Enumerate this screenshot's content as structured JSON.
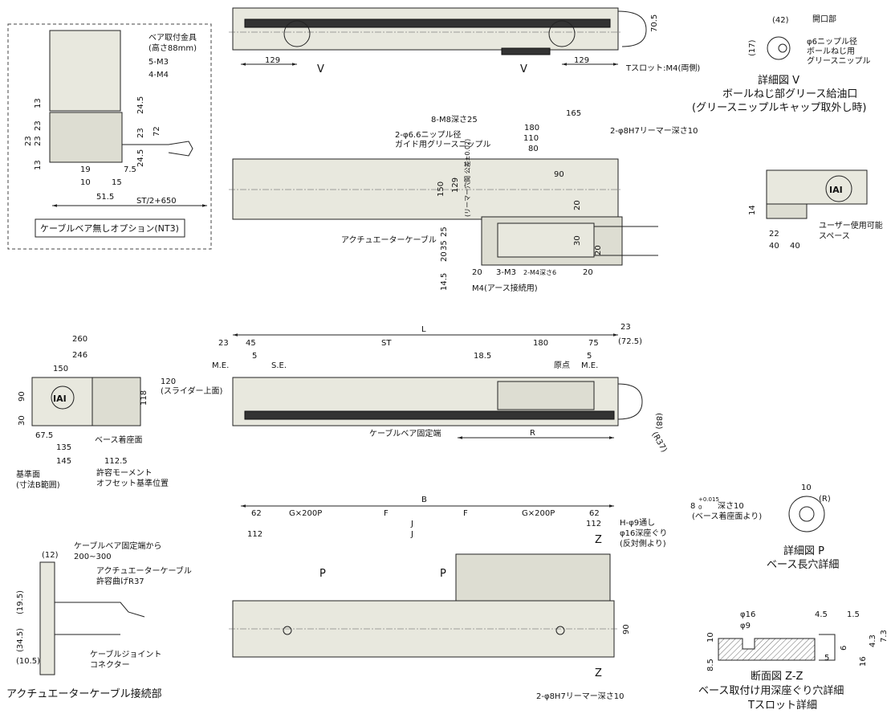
{
  "top_view": {
    "dim_129_left": "129",
    "dim_129_right": "129",
    "view_v_left": "V",
    "view_v_right": "V",
    "dim_70_5": "70.5",
    "tslot_note": "Tスロット:M4(両側)"
  },
  "detail_v": {
    "dim_42": "(42)",
    "dim_17": "(17)",
    "opening": "開口部",
    "nipple_line1": "φ6ニップル径",
    "nipple_line2": "ボールねじ用",
    "nipple_line3": "グリースニップル",
    "title1": "詳細図 V",
    "title2": "ボールねじ部グリース給油口",
    "title3": "(グリースニップルキャップ取外し時)"
  },
  "nt3_option": {
    "bracket_line1": "ベア取付金具",
    "bracket_line2": "(高さ88mm)",
    "m3": "5-M3",
    "m4": "4-M4",
    "d13a": "13",
    "d23a": "23",
    "d23b": "23",
    "d23c": "23",
    "d13b": "13",
    "d24_5a": "24.5",
    "d24_5b": "24.5",
    "d23d": "23",
    "d72": "72",
    "d19": "19",
    "d10": "10",
    "d7_5": "7.5",
    "d15": "15",
    "d51_5": "51.5",
    "d_st": "ST/2+650",
    "caption": "ケーブルベア無しオプション(NT3)"
  },
  "slider_view": {
    "d165": "165",
    "m8": "8-M8深さ25",
    "d180": "180",
    "nipple1": "2-φ6.6ニップル径",
    "nipple2": "ガイド用グリースニップル",
    "d110": "110",
    "d80": "80",
    "reamer": "2-φ8H7リーマー深さ10",
    "d90": "90",
    "d150": "150",
    "d129": "129",
    "reamer_tol": "(リーマー穴間 公差±0.02)",
    "d20a": "20",
    "d20b": "20",
    "d30": "30",
    "d25": "25",
    "d35": "35",
    "d20c": "20",
    "d14_5": "14.5",
    "d20d": "20",
    "d20e": "20",
    "actuator_cable": "アクチュエーターケーブル",
    "m3": "3-M3",
    "m4_6": "2-M4深さ6",
    "m4_earth": "M4(アース接続用)"
  },
  "side_user_space": {
    "d14": "14",
    "d22": "22",
    "d40a": "40",
    "d40b": "40",
    "space1": "ユーザー使用可能",
    "space2": "スペース"
  },
  "end_view": {
    "d260": "260",
    "d246": "246",
    "d150": "150",
    "d120": "120",
    "slider_top": "(スライダー上面)",
    "d90": "90",
    "d118": "118",
    "d30": "30",
    "d67_5": "67.5",
    "d135": "135",
    "d145": "145",
    "d112_5": "112.5",
    "base_face": "ベース着座面",
    "datum1": "基準面",
    "datum2": "(寸法B範囲)",
    "moment1": "許容モーメント",
    "moment2": "オフセット基準位置"
  },
  "side_view": {
    "dL": "L",
    "d23a": "23",
    "d45": "45",
    "dST": "ST",
    "d180": "180",
    "d75": "75",
    "d23b": "23",
    "d72_5": "(72.5)",
    "d5a": "5",
    "me_left": "M.E.",
    "se": "S.E.",
    "d18_5": "18.5",
    "origin": "原点",
    "d5b": "5",
    "me_right": "M.E.",
    "d88": "(88)",
    "dR": "R",
    "cable_fixed": "ケーブルベア固定端",
    "r37": "(R37)"
  },
  "base_view": {
    "dB": "B",
    "d62a": "62",
    "g1": "G×200P",
    "f1": "F",
    "f2": "F",
    "g2": "G×200P",
    "d62b": "62",
    "dJa": "J",
    "d112a": "112",
    "d112b": "112",
    "dJb": "J",
    "z_top": "Z",
    "z_bottom": "Z",
    "p_left": "P",
    "p_right": "P",
    "holes1": "H-φ9通し",
    "holes2": "φ16深座ぐり",
    "holes3": "(反対側より)",
    "d90": "90",
    "reamer": "2-φ8H7リーマー深さ10"
  },
  "cable_detail": {
    "d12": "(12)",
    "d19_5": "(19.5)",
    "d34_5": "(34.5)",
    "d10_5": "(10.5)",
    "range1": "ケーブルベア固定端から",
    "range2": "200~300",
    "bend1": "アクチュエーターケーブル",
    "bend2": "許容曲げR37",
    "joint1": "ケーブルジョイント",
    "joint2": "コネクター",
    "caption": "アクチュエーターケーブル接続部"
  },
  "detail_p": {
    "d10": "10",
    "dR": "(R)",
    "d8": "8",
    "tol": "+0.015",
    "tol0": "0",
    "depth": "深さ10",
    "from_base": "(ベース着座面より)",
    "title1": "詳細図 P",
    "title2": "ベース長穴詳細"
  },
  "section_zz": {
    "d16": "φ16",
    "d9": "φ9",
    "d4_5": "4.5",
    "d1_5": "1.5",
    "d10": "10",
    "d8_5": "8.5",
    "d5": "5",
    "d4_3": "4.3",
    "d7_3": "7.3",
    "d6": "6",
    "d16b": "16",
    "title1": "断面図 Z-Z",
    "title2": "ベース取付け用深座ぐり穴詳細",
    "title3": "Tスロット詳細"
  },
  "logo_text": "IAI"
}
